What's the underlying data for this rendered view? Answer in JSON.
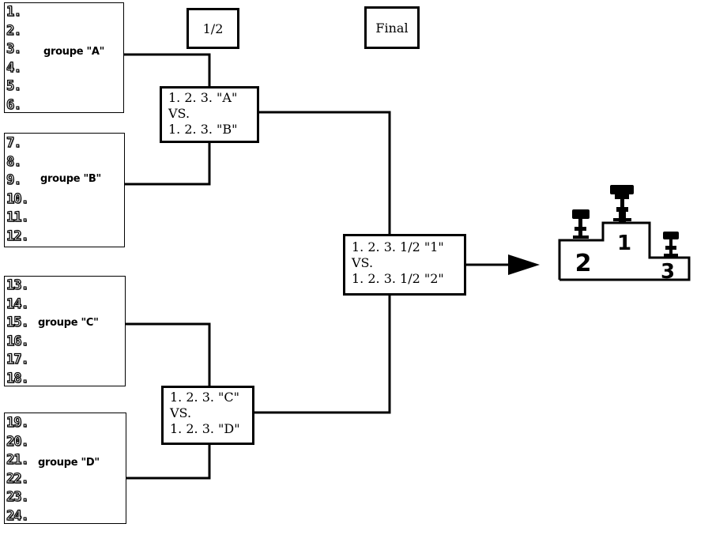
{
  "headers": {
    "semi": "1/2",
    "final": "Final"
  },
  "groups": {
    "a": {
      "name": "groupe \"A\"",
      "positions": [
        "1.",
        "2.",
        "3.",
        "4.",
        "5.",
        "6."
      ]
    },
    "b": {
      "name": "groupe \"B\"",
      "positions": [
        "7.",
        "8.",
        "9.",
        "10.",
        "11.",
        "12."
      ]
    },
    "c": {
      "name": "groupe \"C\"",
      "positions": [
        "13.",
        "14.",
        "15.",
        "16.",
        "17.",
        "18."
      ]
    },
    "d": {
      "name": "groupe \"D\"",
      "positions": [
        "19.",
        "20.",
        "21.",
        "22.",
        "23.",
        "24."
      ]
    }
  },
  "matches": {
    "semi1": [
      "1. 2. 3. \"A\"",
      "VS.",
      "1. 2. 3. \"B\""
    ],
    "semi2": [
      "1. 2. 3. \"C\"",
      "VS.",
      "1. 2. 3. \"D\""
    ],
    "final": [
      "1. 2. 3. 1/2 \"1\"",
      "VS.",
      "1. 2. 3. 1/2 \"2\""
    ]
  },
  "podium": {
    "first": "1",
    "second": "2",
    "third": "3"
  }
}
